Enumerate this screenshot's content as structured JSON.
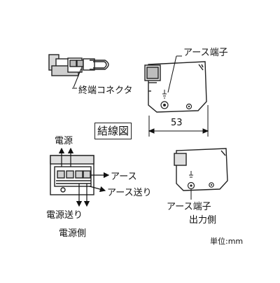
{
  "labels": {
    "terminal_connector": "終端コネクタ",
    "earth_terminal_top": "アース端子",
    "dimension_53": "53",
    "wiring_diagram": "結線図",
    "power_supply": "電源",
    "earth": "アース",
    "earth_feed": "アース送り",
    "power_feed": "電源送り",
    "power_side": "電源側",
    "earth_terminal_bottom": "アース端子",
    "output_side": "出力側",
    "unit_label": "単位:mm"
  }
}
